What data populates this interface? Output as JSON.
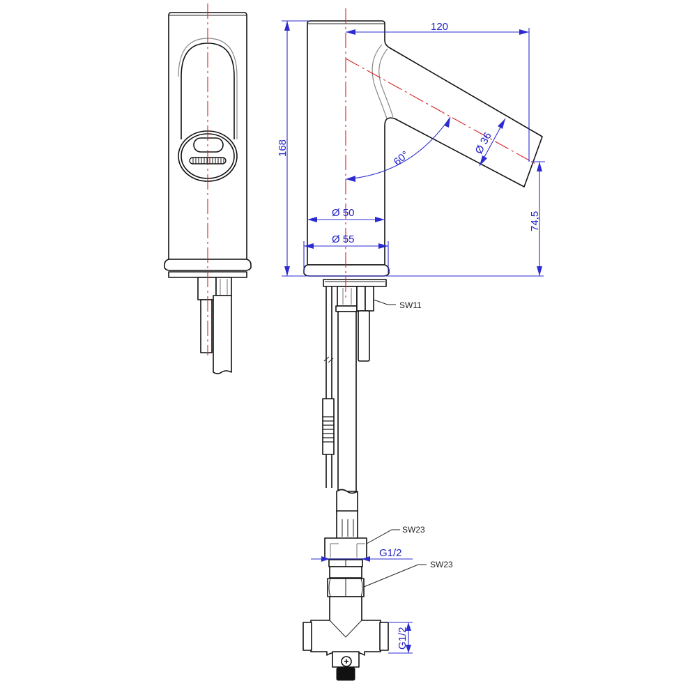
{
  "drawing": {
    "title": "Electronic basin tap - dimensional drawing",
    "views": [
      "front-view",
      "side-view"
    ],
    "colors": {
      "outline": "#111111",
      "centerline": "#d42020",
      "dimension": "#2b2bd0",
      "background": "#ffffff"
    }
  },
  "dimensions": {
    "height_total": "168",
    "spout_reach": "120",
    "spout_diameter": "Ø 36",
    "spout_angle": "60°",
    "body_diameter": "Ø 50",
    "base_diameter": "Ø 55",
    "outlet_height": "74,5",
    "thread_upper": "G1/2",
    "thread_side": "G1/2"
  },
  "labels": {
    "nut_sw11": "SW11",
    "nut_sw23_upper": "SW23",
    "nut_sw23_lower": "SW23"
  }
}
